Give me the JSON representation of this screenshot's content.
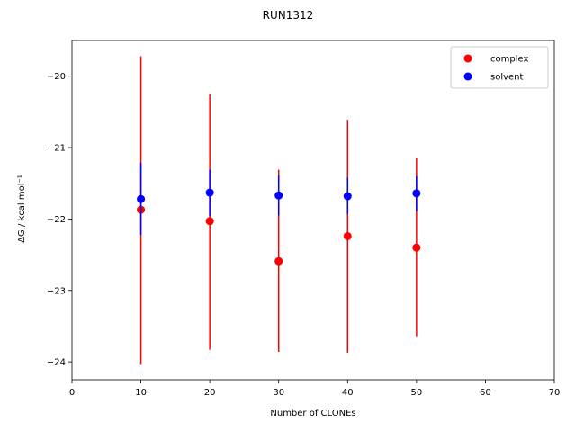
{
  "chart_data": {
    "type": "scatter",
    "title": "RUN1312",
    "xlabel": "Number of CLONEs",
    "ylabel": "ΔG / kcal mol⁻¹",
    "xlim": [
      0,
      70
    ],
    "ylim": [
      -24.25,
      -19.5
    ],
    "xticks": [
      0,
      10,
      20,
      30,
      40,
      50,
      60,
      70
    ],
    "yticks": [
      -24,
      -23,
      -22,
      -21,
      -20
    ],
    "xtick_labels": [
      "0",
      "10",
      "20",
      "30",
      "40",
      "50",
      "60",
      "70"
    ],
    "ytick_labels": [
      "−24",
      "−23",
      "−22",
      "−21",
      "−20"
    ],
    "grid": false,
    "legend_position": "top-right",
    "series": [
      {
        "name": "complex",
        "color": "#ff0000",
        "points": [
          {
            "x": 10,
            "y": -21.87,
            "ylow": -24.03,
            "yhigh": -19.72
          },
          {
            "x": 20,
            "y": -22.03,
            "ylow": -23.83,
            "yhigh": -20.25
          },
          {
            "x": 30,
            "y": -22.59,
            "ylow": -23.86,
            "yhigh": -21.31
          },
          {
            "x": 40,
            "y": -22.24,
            "ylow": -23.87,
            "yhigh": -20.61
          },
          {
            "x": 50,
            "y": -22.4,
            "ylow": -23.64,
            "yhigh": -21.15
          }
        ]
      },
      {
        "name": "solvent",
        "color": "#0000ff",
        "points": [
          {
            "x": 10,
            "y": -21.72,
            "ylow": -22.22,
            "yhigh": -21.21
          },
          {
            "x": 20,
            "y": -21.63,
            "ylow": -21.96,
            "yhigh": -21.31
          },
          {
            "x": 30,
            "y": -21.67,
            "ylow": -21.95,
            "yhigh": -21.39
          },
          {
            "x": 40,
            "y": -21.68,
            "ylow": -21.93,
            "yhigh": -21.42
          },
          {
            "x": 50,
            "y": -21.64,
            "ylow": -21.89,
            "yhigh": -21.4
          }
        ]
      }
    ]
  }
}
